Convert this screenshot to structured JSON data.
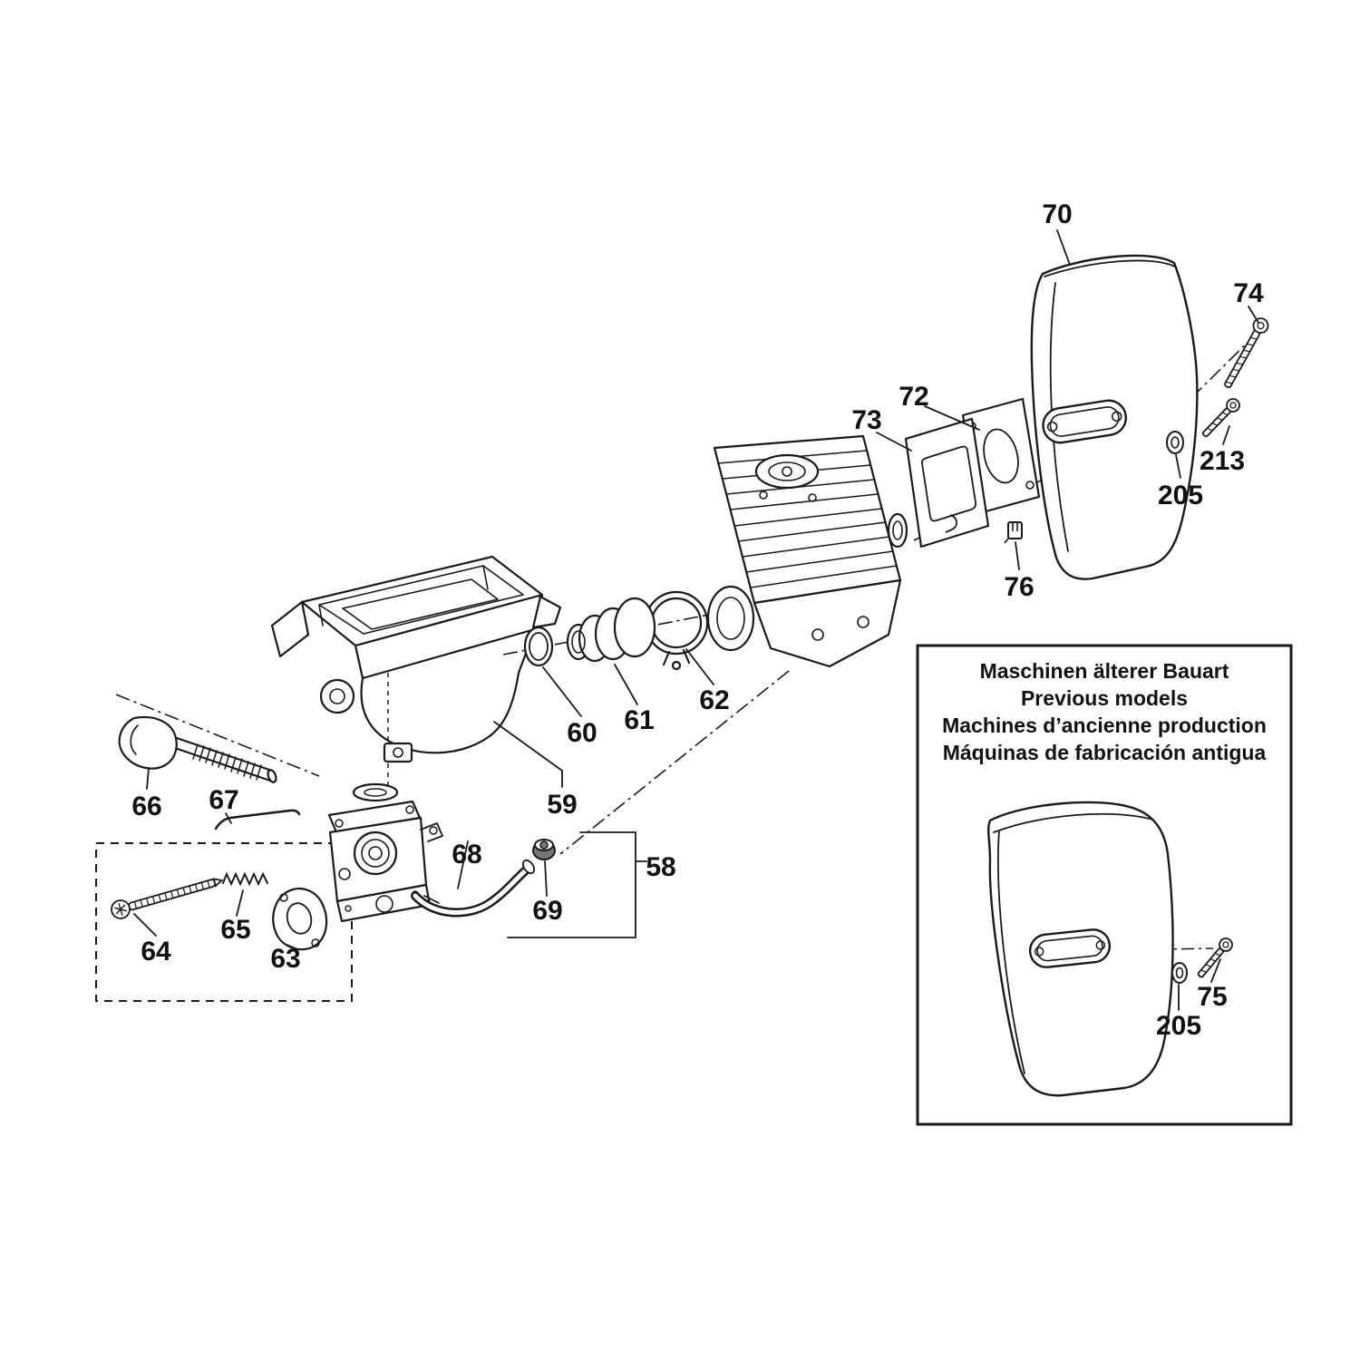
{
  "labels": {
    "l58": "58",
    "l59": "59",
    "l60": "60",
    "l61": "61",
    "l62": "62",
    "l63": "63",
    "l64": "64",
    "l65": "65",
    "l66": "66",
    "l67": "67",
    "l68": "68",
    "l69": "69",
    "l70": "70",
    "l72": "72",
    "l73": "73",
    "l74": "74",
    "l76": "76",
    "l205a": "205",
    "l213": "213"
  },
  "inset": {
    "lines": [
      "Maschinen älterer Bauart",
      "Previous models",
      "Machines d’ancienne production",
      "Máquinas de fabricación antigua"
    ],
    "labels": {
      "l75": "75",
      "l205b": "205"
    }
  }
}
